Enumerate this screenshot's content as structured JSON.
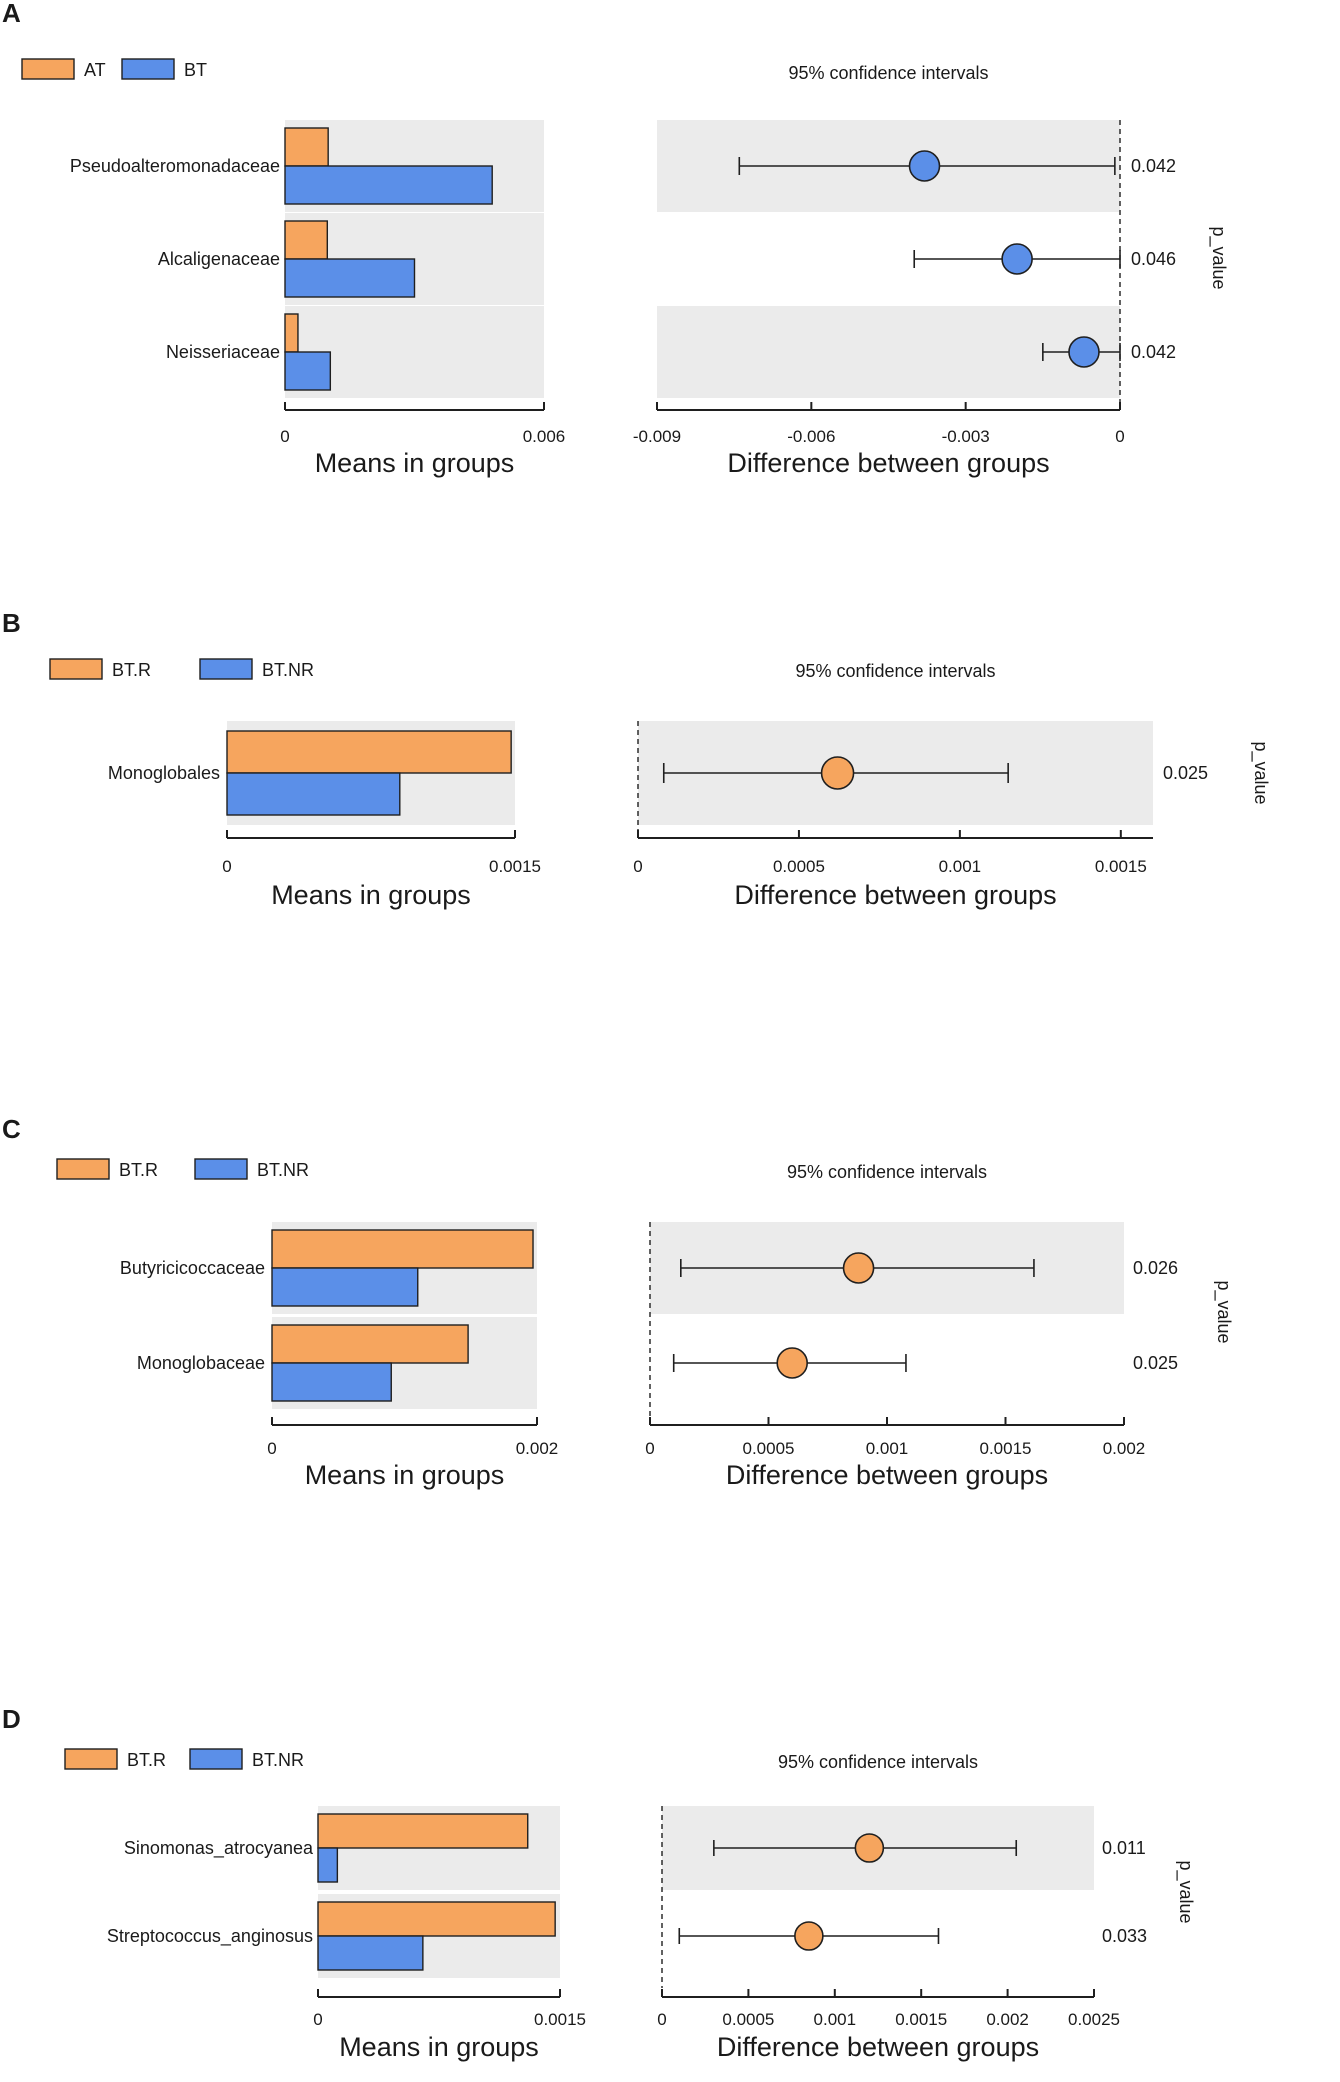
{
  "chart_data": [
    {
      "panel_label": "A",
      "type": "bar",
      "groups": [
        {
          "name": "AT",
          "color": "#F6A55E"
        },
        {
          "name": "BT",
          "color": "#5B8FE8"
        }
      ],
      "categories": [
        "Pseudoalteromonadaceae",
        "Alcaligenaceae",
        "Neisseriaceae"
      ],
      "means": [
        [
          0.001,
          0.0048
        ],
        [
          0.00098,
          0.003
        ],
        [
          0.0003,
          0.00105
        ]
      ],
      "means_ticks": [
        "0",
        "0.006"
      ],
      "means_xlim": [
        0,
        0.006
      ],
      "means_xlabel": "Means in groups",
      "ci_title": "95% confidence intervals",
      "ci_xlabel": "Difference between groups",
      "ci_ticks": [
        "-0.009",
        "-0.006",
        "-0.003",
        "0"
      ],
      "ci_xlim": [
        -0.009,
        0
      ],
      "diff": [
        -0.0038,
        -0.002,
        -0.0007
      ],
      "ci_low": [
        -0.0074,
        -0.004,
        -0.0015
      ],
      "ci_high": [
        -0.0001,
        0.0,
        0.0
      ],
      "p_values": [
        "0.042",
        "0.046",
        "0.042"
      ],
      "p_label": "p_value"
    },
    {
      "panel_label": "B",
      "type": "bar",
      "groups": [
        {
          "name": "BT.R",
          "color": "#F6A55E"
        },
        {
          "name": "BT.NR",
          "color": "#5B8FE8"
        }
      ],
      "categories": [
        "Monoglobales"
      ],
      "means": [
        [
          0.00148,
          0.0009
        ]
      ],
      "means_ticks": [
        "0",
        "0.0015"
      ],
      "means_xlim": [
        0,
        0.0015
      ],
      "means_xlabel": "Means in groups",
      "ci_title": "95% confidence intervals",
      "ci_xlabel": "Difference between groups",
      "ci_ticks": [
        "0",
        "0.0005",
        "0.001",
        "0.0015"
      ],
      "ci_xlim": [
        0,
        0.0016
      ],
      "diff": [
        0.00062
      ],
      "ci_low": [
        8e-05
      ],
      "ci_high": [
        0.00115
      ],
      "p_values": [
        "0.025"
      ],
      "p_label": "p_value"
    },
    {
      "panel_label": "C",
      "type": "bar",
      "groups": [
        {
          "name": "BT.R",
          "color": "#F6A55E"
        },
        {
          "name": "BT.NR",
          "color": "#5B8FE8"
        }
      ],
      "categories": [
        "Butyricicoccaceae",
        "Monoglobaceae"
      ],
      "means": [
        [
          0.00197,
          0.0011
        ],
        [
          0.00148,
          0.0009
        ]
      ],
      "means_ticks": [
        "0",
        "0.002"
      ],
      "means_xlim": [
        0,
        0.002
      ],
      "means_xlabel": "Means in groups",
      "ci_title": "95% confidence intervals",
      "ci_xlabel": "Difference between groups",
      "ci_ticks": [
        "0",
        "0.0005",
        "0.001",
        "0.0015",
        "0.002"
      ],
      "ci_xlim": [
        0,
        0.002
      ],
      "diff": [
        0.00088,
        0.0006
      ],
      "ci_low": [
        0.00013,
        0.0001
      ],
      "ci_high": [
        0.00162,
        0.00108
      ],
      "p_values": [
        "0.026",
        "0.025"
      ],
      "p_label": "p_value"
    },
    {
      "panel_label": "D",
      "type": "bar",
      "groups": [
        {
          "name": "BT.R",
          "color": "#F6A55E"
        },
        {
          "name": "BT.NR",
          "color": "#5B8FE8"
        }
      ],
      "categories": [
        "Sinomonas_atrocyanea",
        "Streptococcus_anginosus"
      ],
      "means": [
        [
          0.0013,
          0.00012
        ],
        [
          0.00147,
          0.00065
        ]
      ],
      "means_ticks": [
        "0",
        "0.0015"
      ],
      "means_xlim": [
        0,
        0.0015
      ],
      "means_xlabel": "Means in groups",
      "ci_title": "95% confidence intervals",
      "ci_xlabel": "Difference between groups",
      "ci_ticks": [
        "0",
        "0.0005",
        "0.001",
        "0.0015",
        "0.002",
        "0.0025"
      ],
      "ci_xlim": [
        0,
        0.0025
      ],
      "diff": [
        0.0012,
        0.00085
      ],
      "ci_low": [
        0.0003,
        0.0001
      ],
      "ci_high": [
        0.00205,
        0.0016
      ],
      "p_values": [
        "0.011",
        "0.033"
      ],
      "p_label": "p_value"
    }
  ]
}
